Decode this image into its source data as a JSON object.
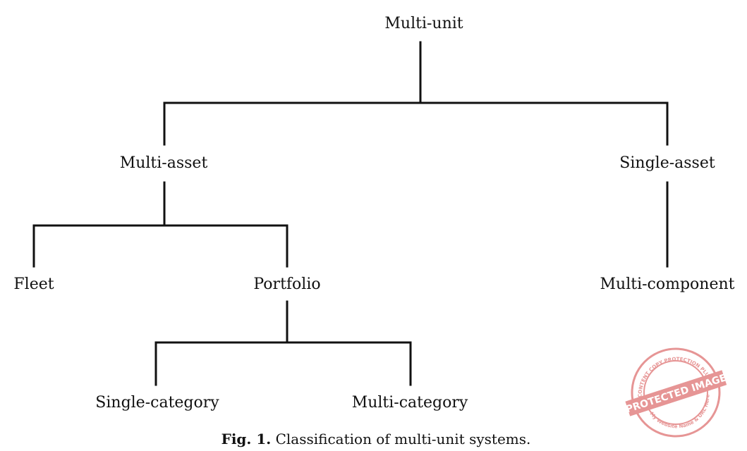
{
  "diagram": {
    "nodes": {
      "root": "Multi-unit",
      "multi_asset": "Multi-asset",
      "single_asset": "Single-asset",
      "fleet": "Fleet",
      "portfolio": "Portfolio",
      "multi_component": "Multi-component",
      "single_category": "Single-category",
      "multi_category": "Multi-category"
    },
    "edges": [
      [
        "Multi-unit",
        "Multi-asset"
      ],
      [
        "Multi-unit",
        "Single-asset"
      ],
      [
        "Multi-asset",
        "Fleet"
      ],
      [
        "Multi-asset",
        "Portfolio"
      ],
      [
        "Single-asset",
        "Multi-component"
      ],
      [
        "Portfolio",
        "Single-category"
      ],
      [
        "Portfolio",
        "Multi-category"
      ]
    ]
  },
  "caption": {
    "label": "Fig. 1.",
    "text": "Classification of multi-unit systems."
  },
  "watermark": {
    "main_text": "PROTECTED IMAGE",
    "top_arc_text": "WP CONTENT COPY PROTECTION PLUGIN",
    "bottom_arc_text": "My Website Name & URL Here",
    "color": "#e07b7b"
  }
}
